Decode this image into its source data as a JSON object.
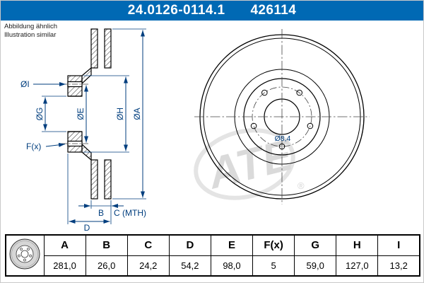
{
  "header": {
    "part_number": "24.0126-0114.1",
    "article_number": "426114"
  },
  "notes": {
    "line1": "Abbildung ähnlich",
    "line2": "Illustration similar"
  },
  "watermark": {
    "text": "ATE",
    "registered": "®"
  },
  "colors": {
    "accent_blue": "#0069b4",
    "dimension_navy": "#003e7e"
  },
  "drawing": {
    "section_labels": {
      "dia_i": "ØI",
      "dia_g": "ØG",
      "dia_e": "ØE",
      "dia_h": "ØH",
      "dia_a": "ØA",
      "f": "F(x)",
      "b": "B",
      "c": "C (MTH)",
      "d": "D"
    },
    "front_labels": {
      "hole_diameter": "Ø8,4"
    }
  },
  "table": {
    "headers": [
      "A",
      "B",
      "C",
      "D",
      "E",
      "F(x)",
      "G",
      "H",
      "I"
    ],
    "values": [
      "281,0",
      "26,0",
      "24,2",
      "54,2",
      "98,0",
      "5",
      "59,0",
      "127,0",
      "13,2"
    ]
  }
}
